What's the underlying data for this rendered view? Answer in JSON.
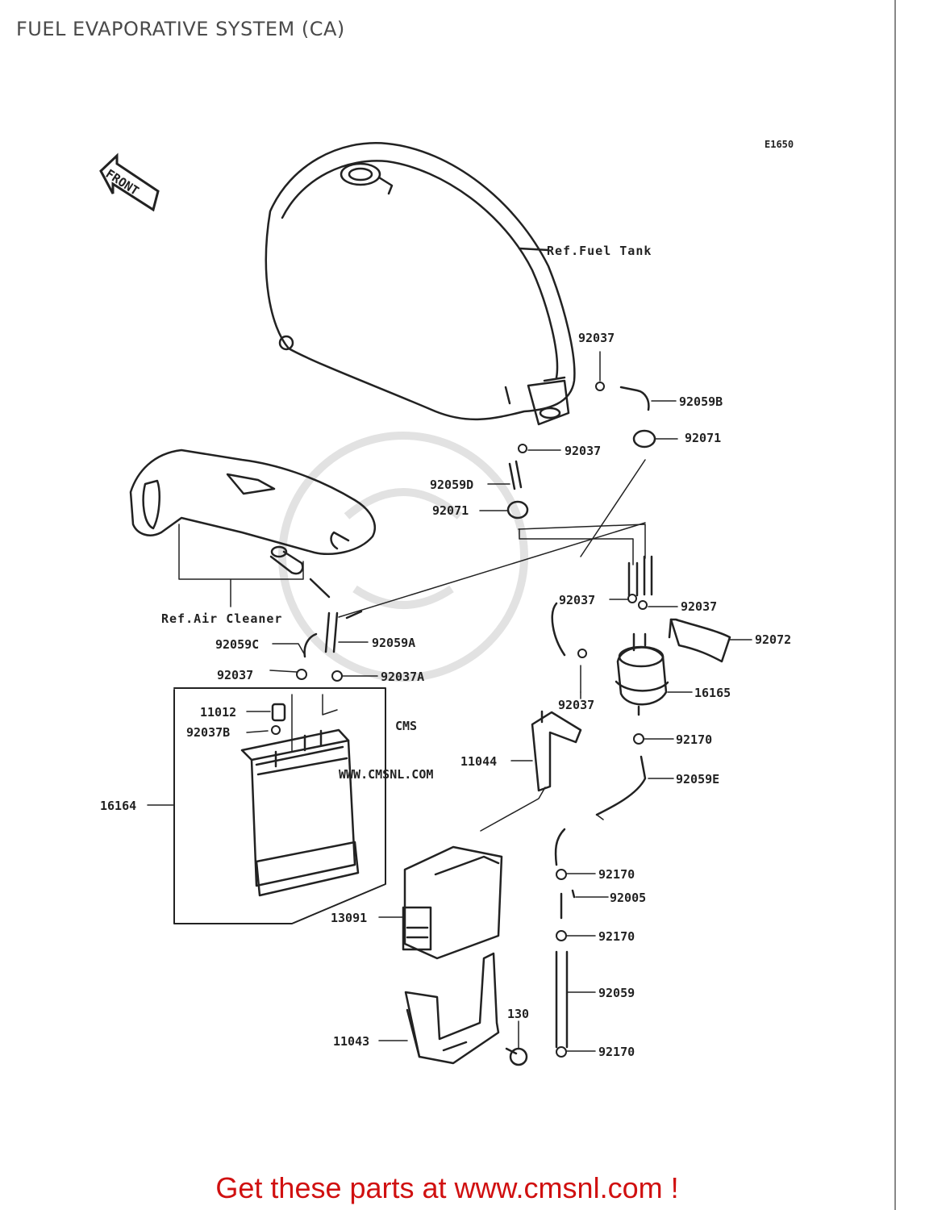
{
  "title": "FUEL EVAPORATIVE SYSTEM (CA)",
  "diagram_code": "E1650",
  "front_label": "FRONT",
  "refs": {
    "fuel_tank": "Ref.Fuel Tank",
    "air_cleaner": "Ref.Air Cleaner"
  },
  "watermark": {
    "logo": "CMS",
    "url": "WWW.CMSNL.COM"
  },
  "callouts": [
    "92037",
    "92059B",
    "92037",
    "92071",
    "92059D",
    "92071",
    "92037",
    "92037",
    "92072",
    "92059C",
    "92059A",
    "92037",
    "92037A",
    "92037",
    "16165",
    "11012",
    "92037B",
    "92170",
    "11044",
    "92059E",
    "16164",
    "92170",
    "92005",
    "13091",
    "92170",
    "92059",
    "130",
    "11043",
    "92170"
  ],
  "promo": "Get these parts at www.cmsnl.com !",
  "colors": {
    "promo": "#d01010",
    "line": "#222222",
    "title": "#4a4a4a"
  }
}
